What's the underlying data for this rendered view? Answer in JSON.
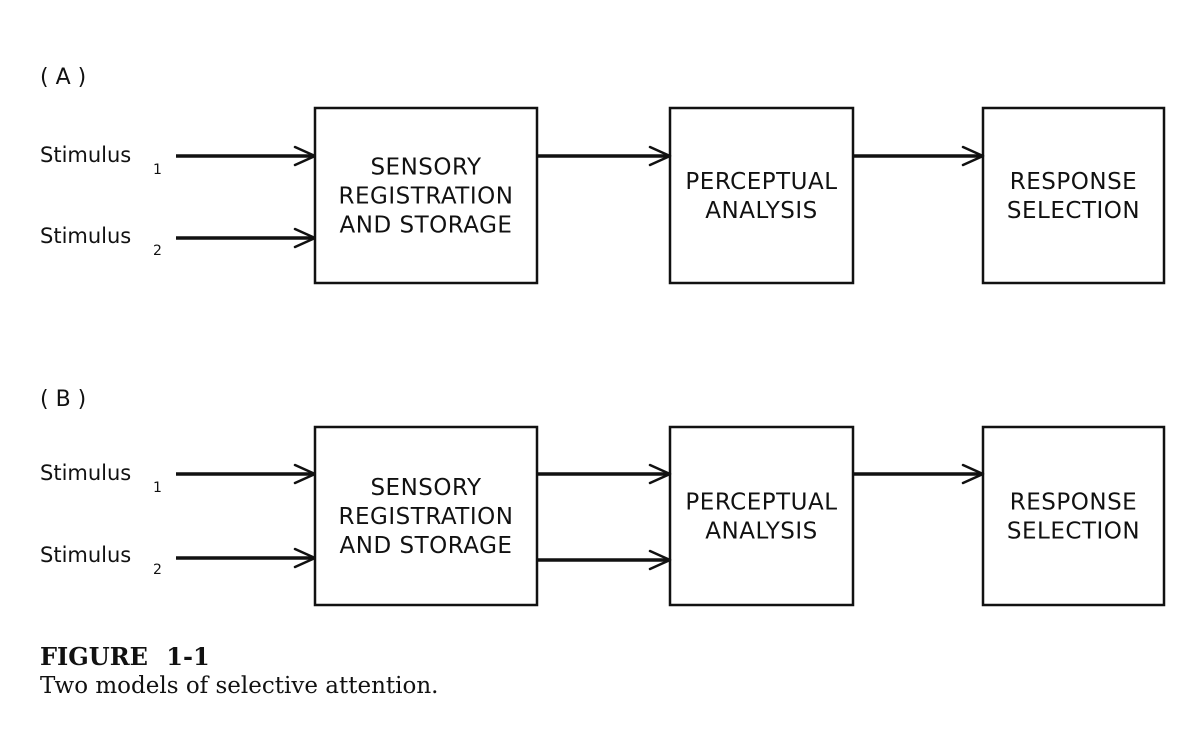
{
  "panels": [
    {
      "label": "( A )",
      "stimuli": [
        {
          "text": "Stimulus",
          "sub": "1"
        },
        {
          "text": "Stimulus",
          "sub": "2"
        }
      ],
      "boxes": [
        {
          "lines": [
            "SENSORY",
            "REGISTRATION",
            "AND STORAGE"
          ]
        },
        {
          "lines": [
            "PERCEPTUAL",
            "ANALYSIS"
          ]
        },
        {
          "lines": [
            "RESPONSE",
            "SELECTION"
          ]
        }
      ],
      "connection": "single"
    },
    {
      "label": "( B )",
      "stimuli": [
        {
          "text": "Stimulus",
          "sub": "1"
        },
        {
          "text": "Stimulus",
          "sub": "2"
        }
      ],
      "boxes": [
        {
          "lines": [
            "SENSORY",
            "REGISTRATION",
            "AND STORAGE"
          ]
        },
        {
          "lines": [
            "PERCEPTUAL",
            "ANALYSIS"
          ]
        },
        {
          "lines": [
            "RESPONSE",
            "SELECTION"
          ]
        }
      ],
      "connection": "double"
    }
  ],
  "caption": {
    "title": "FIGURE 1-1",
    "text": "Two models of selective attention."
  }
}
